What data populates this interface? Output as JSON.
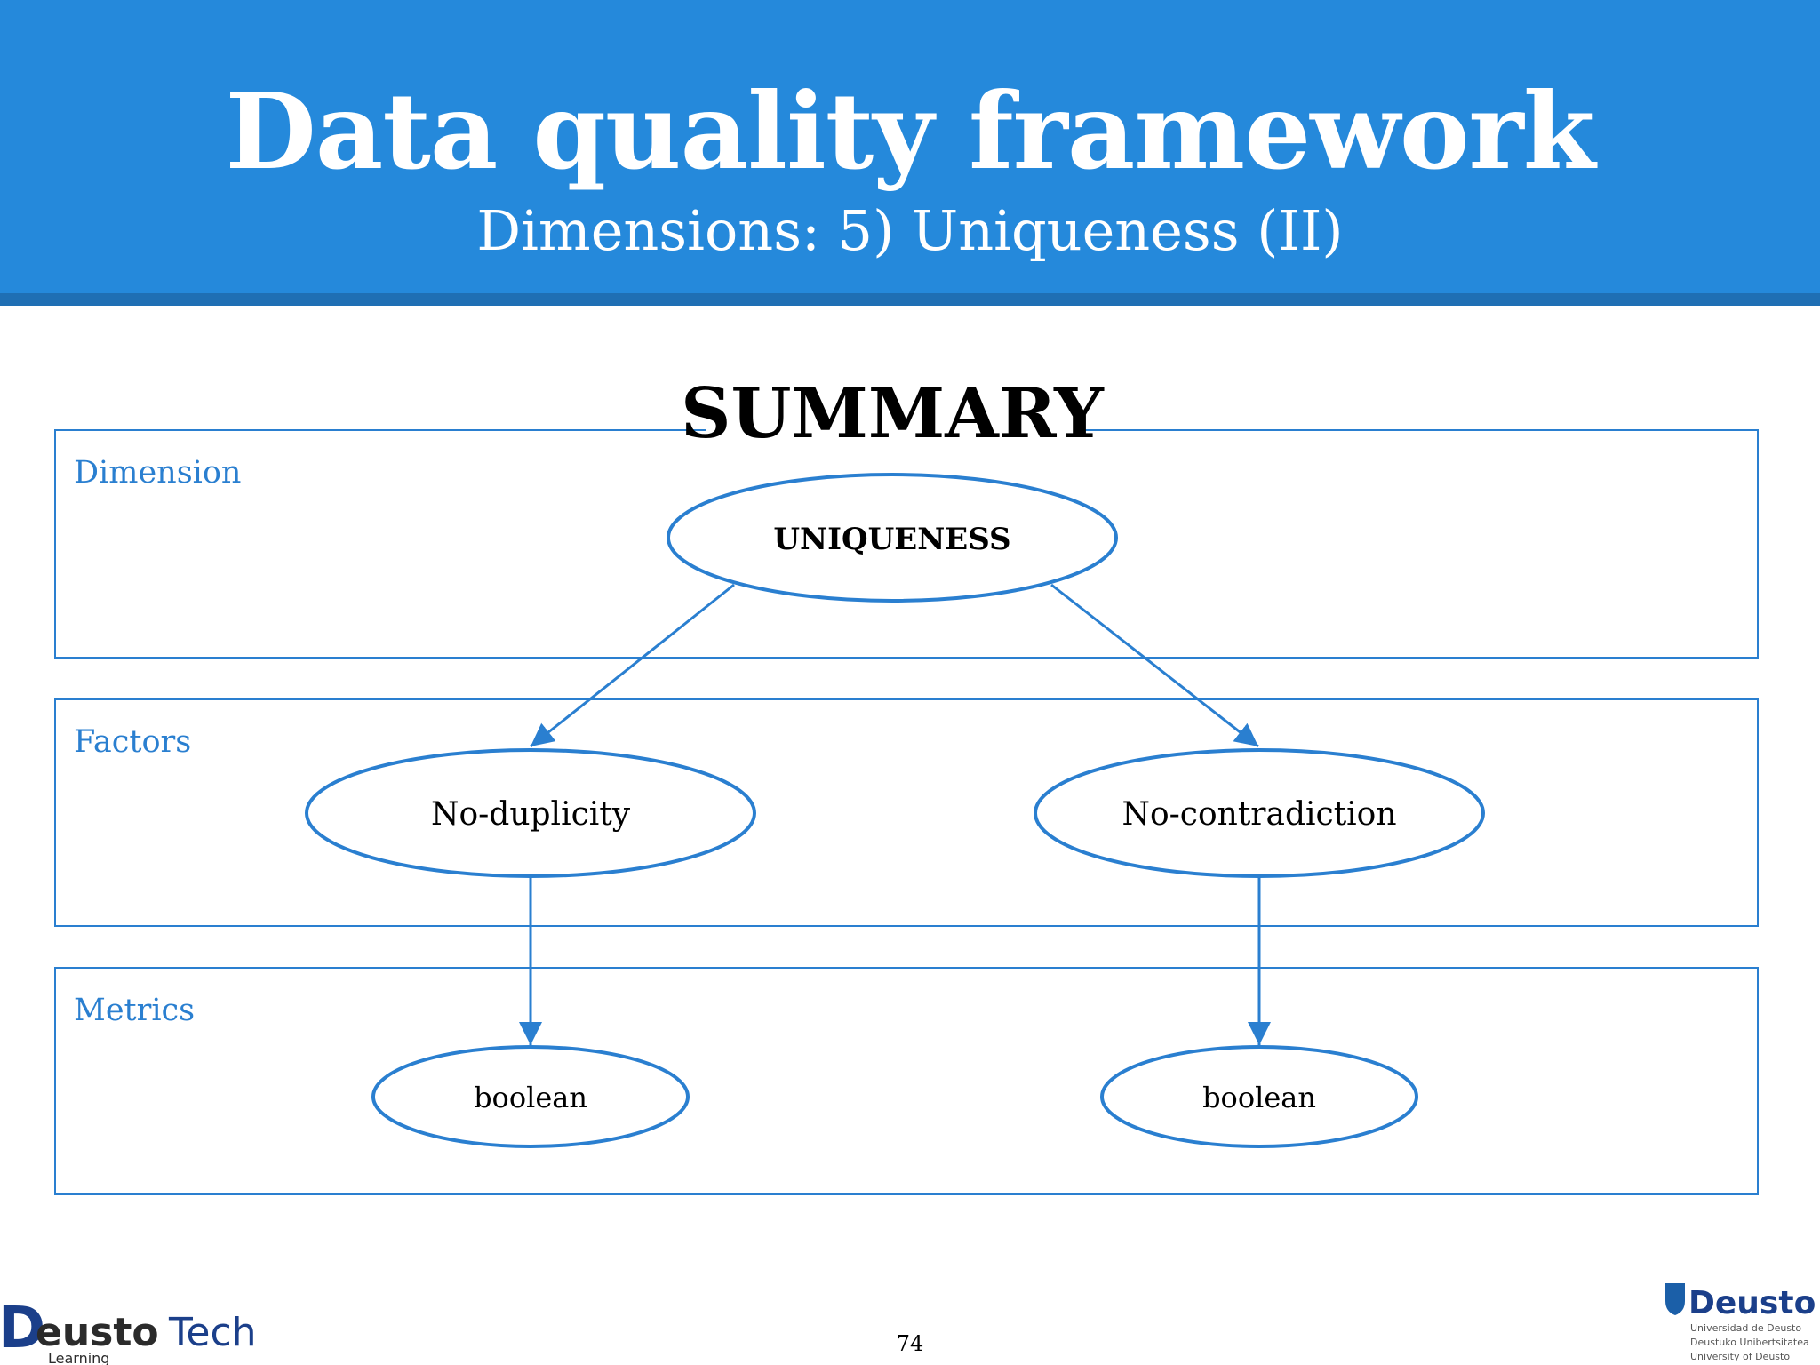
{
  "slide": {
    "title": "Data quality framework",
    "subtitle": "Dimensions: 5) Uniqueness (II)",
    "page_number": "74"
  },
  "diagram": {
    "summary_label": "SUMMARY",
    "bands": [
      {
        "label": "Dimension"
      },
      {
        "label": "Factors"
      },
      {
        "label": "Metrics"
      }
    ],
    "nodes": {
      "dimension": "UNIQUENESS",
      "factor_left": "No-duplicity",
      "factor_right": "No-contradiction",
      "metric_left": "boolean",
      "metric_right": "boolean"
    },
    "colors": {
      "accent": "#2589db",
      "line": "#2a7fd0",
      "band_label": "#2a7fd0"
    }
  },
  "logos": {
    "left": {
      "word1": "D",
      "word2": "eusto",
      "word3": "Tech",
      "tagline": "Learning"
    },
    "right": {
      "name": "Deusto",
      "line1": "Universidad de Deusto",
      "line2": "Deustuko Unibertsitatea",
      "line3": "University of Deusto"
    }
  }
}
